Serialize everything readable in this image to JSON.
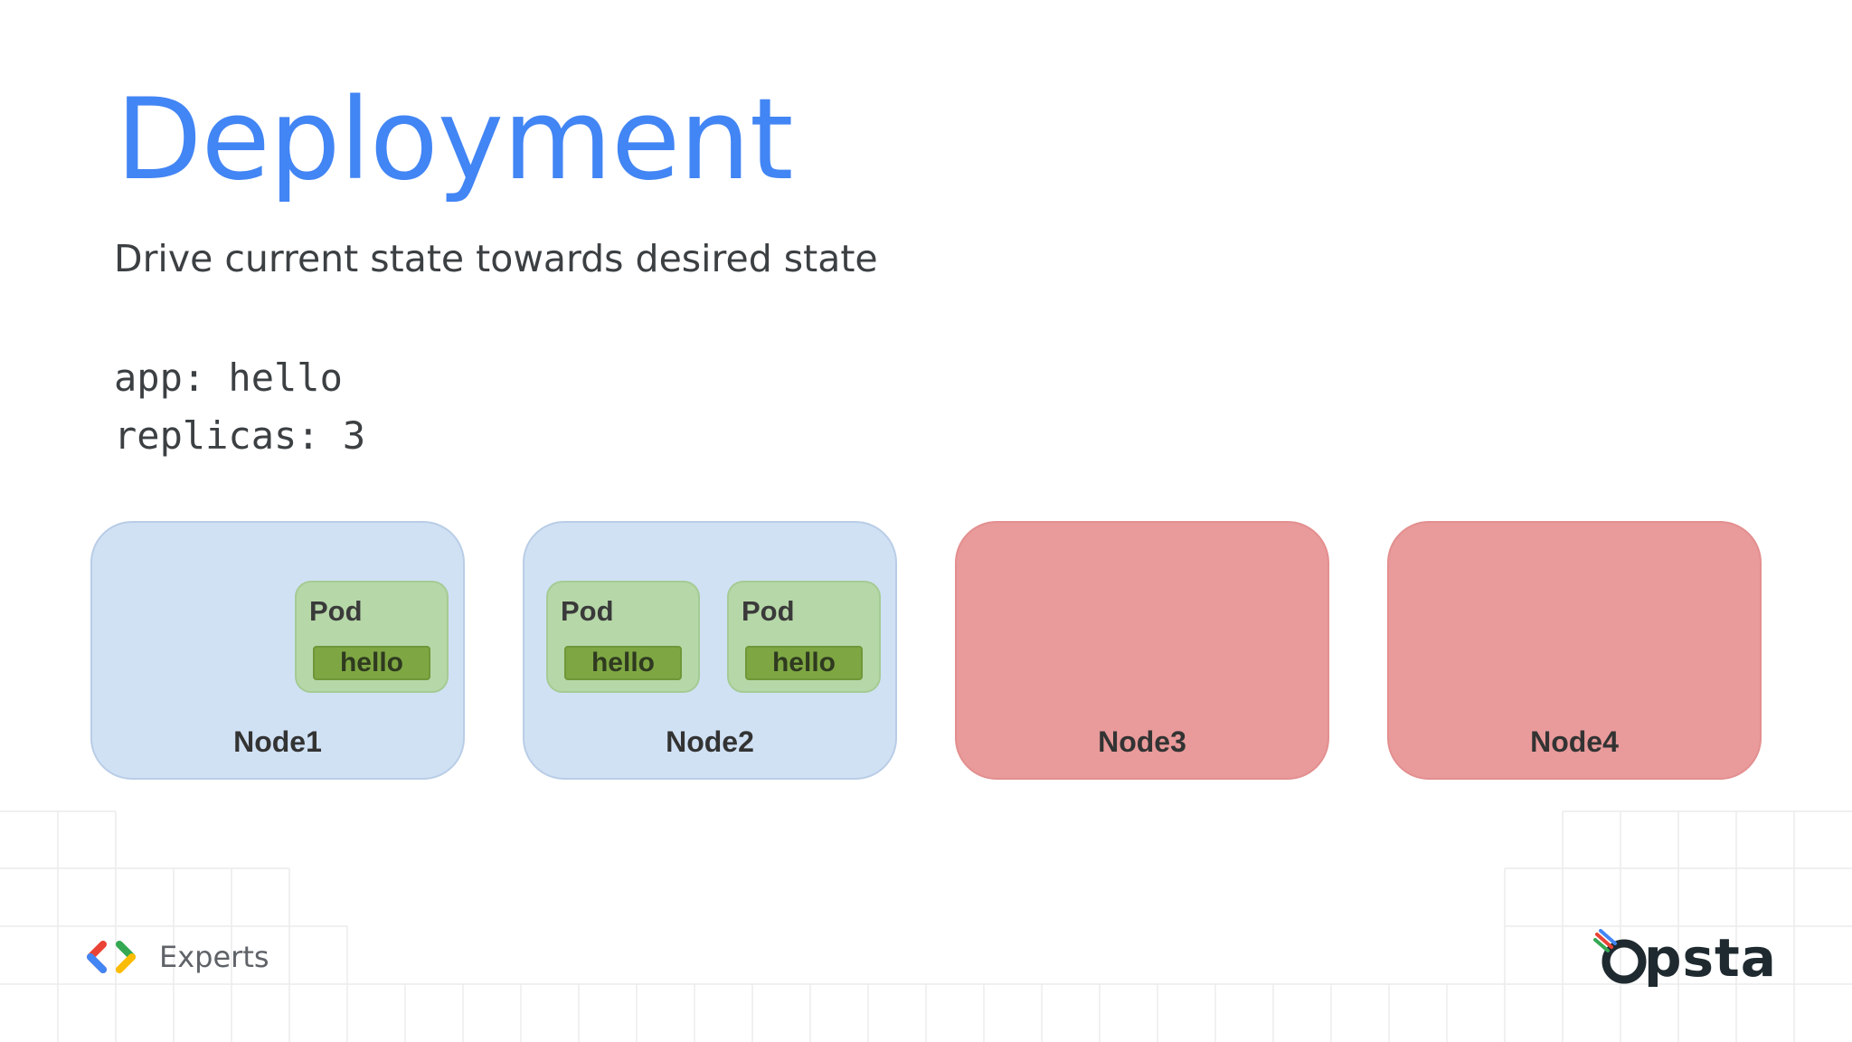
{
  "slide": {
    "title": "Deployment",
    "subtitle": "Drive current state towards desired state",
    "code": [
      "app: hello",
      "replicas: 3"
    ]
  },
  "nodes": [
    {
      "label": "Node1",
      "status": "ok",
      "pods": [
        {
          "label": "Pod",
          "tag": "hello"
        }
      ]
    },
    {
      "label": "Node2",
      "status": "ok",
      "pods": [
        {
          "label": "Pod",
          "tag": "hello"
        },
        {
          "label": "Pod",
          "tag": "hello"
        }
      ]
    },
    {
      "label": "Node3",
      "status": "bad",
      "pods": []
    },
    {
      "label": "Node4",
      "status": "bad",
      "pods": []
    }
  ],
  "footer": {
    "experts_text": "Experts",
    "opsta_text": "psta",
    "experts_icon": "code-brackets-icon",
    "opsta_icon": "opsta-logo-icon"
  },
  "colors": {
    "title": "#4285f4",
    "node_ok": "#d0e1f4",
    "node_bad": "#e99a9a",
    "pod": "#b6d7a8",
    "pod_tag": "#7ea743"
  }
}
